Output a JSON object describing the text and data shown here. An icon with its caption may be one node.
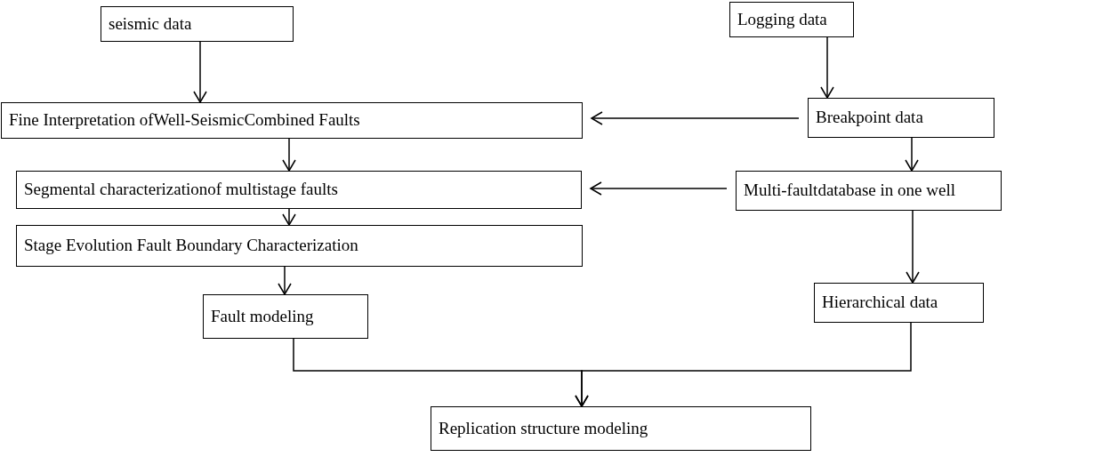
{
  "diagram": {
    "nodes": [
      {
        "text": [
          "seismic data"
        ]
      },
      {
        "text": [
          "Logging data"
        ]
      },
      {
        "text": [
          "Fine Interpretation ofWell-SeismicCombined Faults"
        ]
      },
      {
        "text": [
          "Breakpoint data"
        ]
      },
      {
        "text": [
          "Segmental characterizationof multistage faults"
        ]
      },
      {
        "text": [
          "Multi-faultdatabase in one well"
        ]
      },
      {
        "text": [
          "Stage Evolution Fault Boundary Characterization"
        ]
      },
      {
        "text": [
          "Fault modeling"
        ]
      },
      {
        "text": [
          "Hierarchical data"
        ]
      },
      {
        "text": [
          "Replication structure modeling"
        ]
      }
    ],
    "edges": [
      {
        "from": 0,
        "to": 2,
        "arrow": "to"
      },
      {
        "from": 1,
        "to": 3,
        "arrow": "to"
      },
      {
        "from": 3,
        "to": 2,
        "arrow": "to"
      },
      {
        "from": 2,
        "to": 4,
        "arrow": "to"
      },
      {
        "from": 3,
        "to": 5,
        "arrow": "to"
      },
      {
        "from": 5,
        "to": 4,
        "arrow": "to"
      },
      {
        "from": 4,
        "to": 6,
        "arrow": "to"
      },
      {
        "from": 5,
        "to": 8,
        "arrow": "to"
      },
      {
        "from": 6,
        "to": 7,
        "arrow": "to"
      },
      {
        "from": 7,
        "to": 9,
        "arrow": "to"
      },
      {
        "from": 8,
        "to": 9,
        "arrow": "to"
      }
    ]
  }
}
